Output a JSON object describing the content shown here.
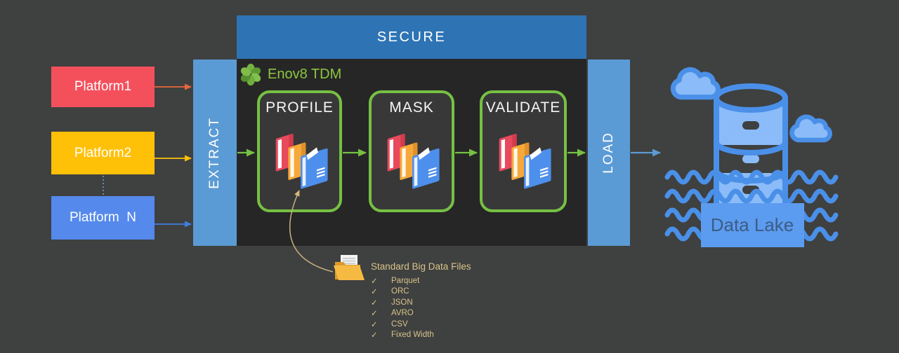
{
  "platforms": [
    {
      "label": "Platform1",
      "color": "#F4505C"
    },
    {
      "label": "Platform2",
      "color": "#FFC008"
    },
    {
      "label": "Platform  N",
      "color": "#5589EC"
    }
  ],
  "pipeline": {
    "secure_label": "SECURE",
    "extract_label": "EXTRACT",
    "load_label": "LOAD",
    "brand": "Enov8 TDM",
    "stages": [
      {
        "label": "PROFILE"
      },
      {
        "label": "MASK"
      },
      {
        "label": "VALIDATE"
      }
    ]
  },
  "big_data_files": {
    "title": "Standard Big Data Files",
    "checkmark": "✓",
    "items": [
      "Parquet",
      "ORC",
      "JSON",
      "AVRO",
      "CSV",
      "Fixed Width"
    ]
  },
  "data_lake": {
    "label": "Data Lake"
  },
  "icons": [
    "clover-icon",
    "folder-stack-icon",
    "open-folder-icon",
    "cloud-icon",
    "database-icon",
    "waves-icon"
  ],
  "colors": {
    "background": "#3F4040",
    "panel": "#262626",
    "secure_bar": "#2E74B5",
    "etl_bar": "#5B9BD5",
    "platform1_red": "#F4505C",
    "platform2_yellow": "#FFC008",
    "platform_n_blue": "#5589EC",
    "stage_green": "#76C043",
    "brand_green": "#8DC63F",
    "annotation_tan": "#D8C389",
    "lake_outline_blue": "#4A90E8",
    "lake_fill_blue": "#8BBCF9",
    "lake_label_bg": "#5C9CF0"
  }
}
